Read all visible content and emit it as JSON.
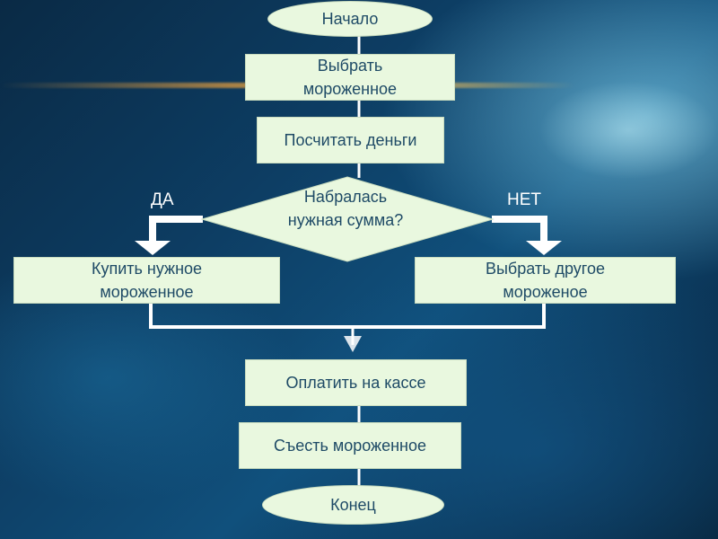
{
  "flowchart": {
    "start": "Начало",
    "choose": "Выбрать мороженное",
    "count": "Посчитать деньги",
    "decision": "Набралась нужная сумма?",
    "yes_label": "ДА",
    "no_label": "НЕТ",
    "buy": "Купить нужное мороженное",
    "choose_other": "Выбрать другое мороженое",
    "pay": "Оплатить на кассе",
    "eat": "Съесть мороженное",
    "end": "Конец"
  },
  "colors": {
    "node_fill": "#e9f8df",
    "node_text": "#1e4a66",
    "connector": "#ffffff"
  }
}
